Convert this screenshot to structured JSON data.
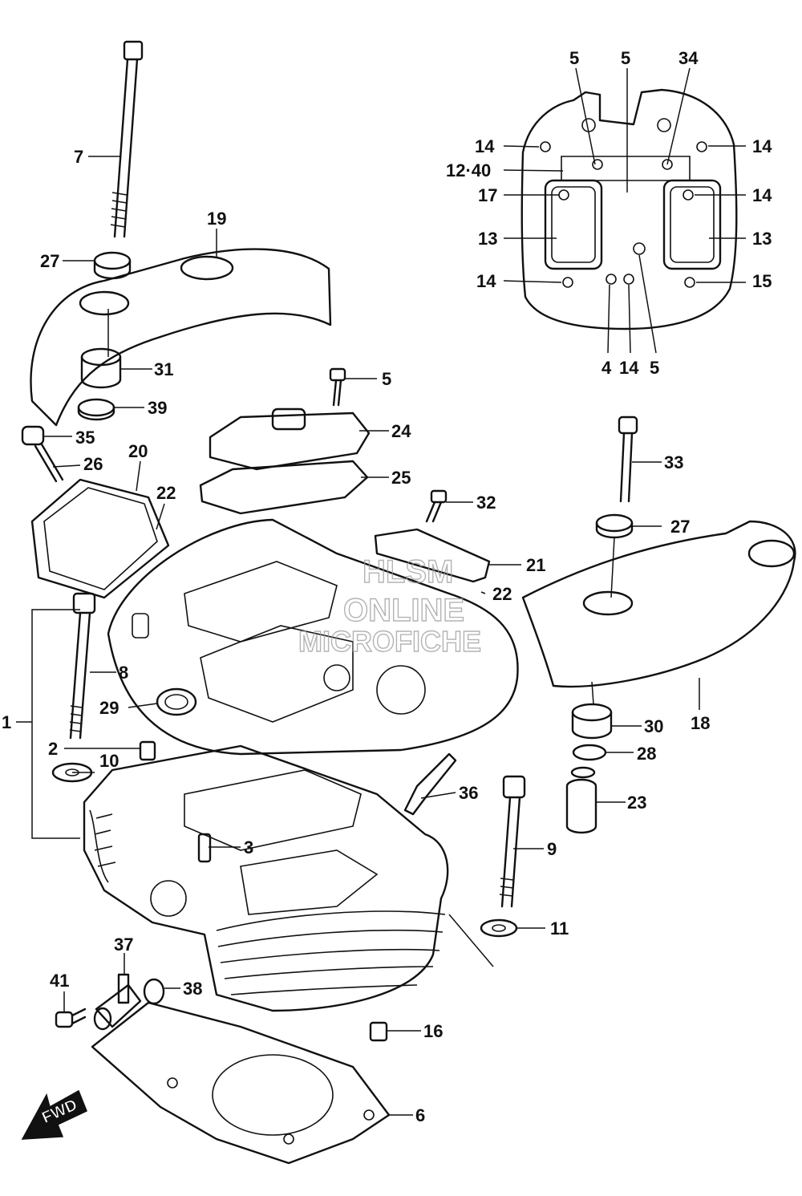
{
  "labels": {
    "1": "1",
    "2": "2",
    "3": "3",
    "4": "4",
    "5": "5",
    "6": "6",
    "7": "7",
    "8": "8",
    "9": "9",
    "10": "10",
    "11": "11",
    "12_40": "12·40",
    "13": "13",
    "14": "14",
    "15": "15",
    "16": "16",
    "17": "17",
    "18": "18",
    "19": "19",
    "20": "20",
    "21": "21",
    "22": "22",
    "23": "23",
    "24": "24",
    "25": "25",
    "26": "26",
    "27": "27",
    "28": "28",
    "29": "29",
    "30": "30",
    "31": "31",
    "32": "32",
    "33": "33",
    "34": "34",
    "35": "35",
    "36": "36",
    "37": "37",
    "38": "38",
    "39": "39",
    "41": "41"
  },
  "watermark": {
    "line1": "HLSM",
    "line2": "ONLINE",
    "line3": "MICROFICHE"
  },
  "fwd_arrow": "FWD"
}
